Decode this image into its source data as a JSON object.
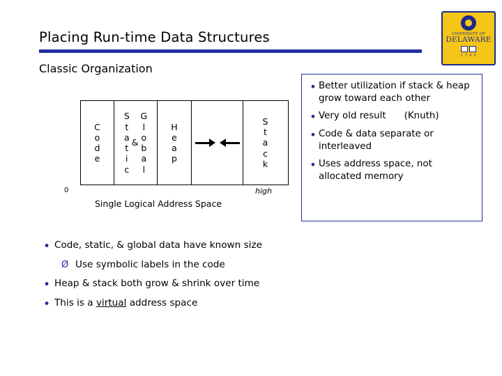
{
  "slide": {
    "title": "Placing Run-time Data Structures",
    "section_heading": "Classic Organization"
  },
  "logo": {
    "university_word": "UNIVERSITY OF",
    "name": "DELAWARE",
    "year": "1 7 4 3"
  },
  "diagram": {
    "cells": [
      {
        "name": "code",
        "lines": [
          "C",
          "o",
          "d",
          "e"
        ]
      },
      {
        "name": "static-global",
        "columns": [
          [
            "S",
            "t",
            "a",
            "t",
            "i",
            "c"
          ],
          [
            "&"
          ],
          [
            "G",
            "l",
            "o",
            "b",
            "a",
            "l"
          ]
        ]
      },
      {
        "name": "heap",
        "lines": [
          "H",
          "e",
          "a",
          "p"
        ]
      },
      {
        "name": "free-space",
        "lines": []
      },
      {
        "name": "stack",
        "lines": [
          "S",
          "t",
          "a",
          "c",
          "k"
        ]
      }
    ],
    "low_label": "0",
    "high_label": "high",
    "caption": "Single Logical Address Space"
  },
  "callout": {
    "border_color": "#232f9e",
    "items": [
      {
        "text": "Better utilization if stack & heap grow toward each other"
      },
      {
        "text": "Very old result",
        "trailing": "(Knuth)"
      },
      {
        "text": "Code & data separate or interleaved"
      },
      {
        "text": "Uses address space, not allocated memory"
      }
    ]
  },
  "bullets": [
    {
      "level": 1,
      "marker": "•",
      "text": "Code, static, & global data have known size"
    },
    {
      "level": 2,
      "marker": "Ø",
      "text": "Use symbolic labels in the code"
    },
    {
      "level": 1,
      "marker": "•",
      "text": "Heap & stack both grow & shrink over time"
    },
    {
      "level": 1,
      "marker": "•",
      "text_before": "This is a ",
      "text_underline": "virtual",
      "text_after": " address space"
    }
  ],
  "colors": {
    "accent": "#232f9e",
    "logo_bg": "#f5c518",
    "text": "#000000"
  }
}
